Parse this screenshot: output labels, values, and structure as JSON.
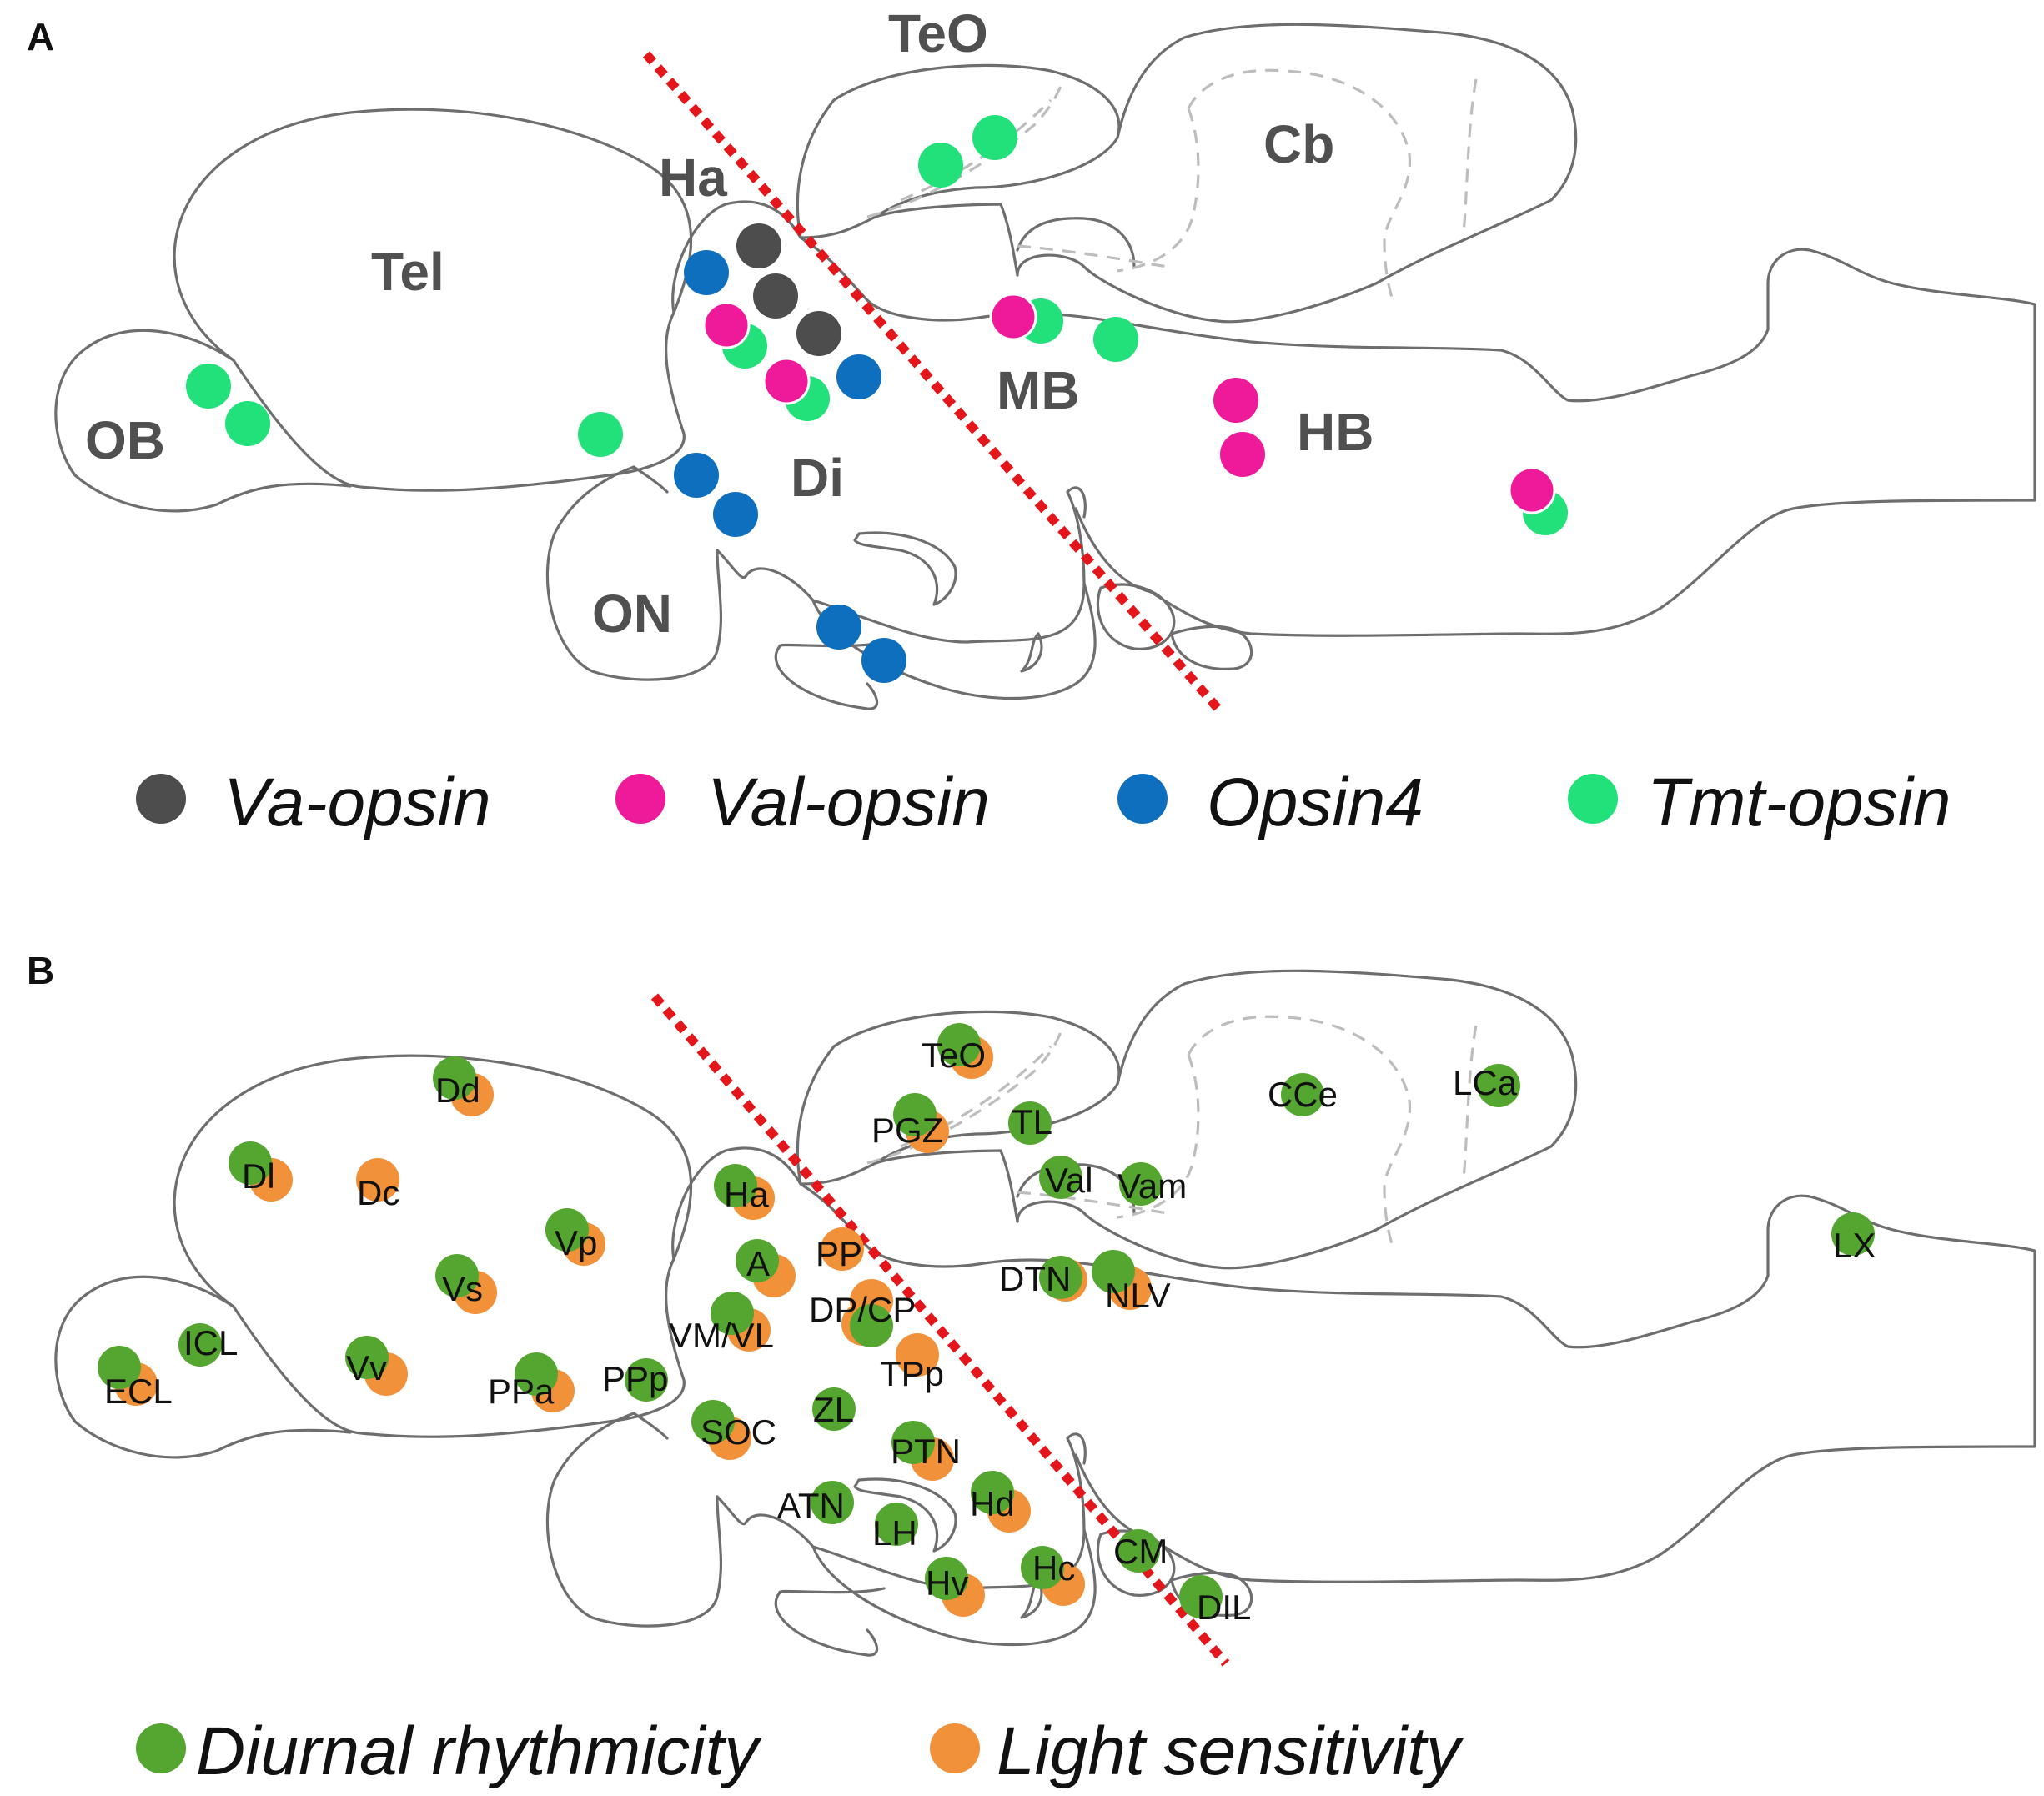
{
  "colors": {
    "va_opsin": "#4d4d4d",
    "val_opsin": "#ee1a9a",
    "opsin4": "#0d6fbd",
    "tmt_opsin": "#22e07a",
    "diurnal": "#55a631",
    "light": "#f1913a",
    "divider": "#e3171b",
    "outline": "#6e6e6e"
  },
  "panel_a": {
    "letter": "A",
    "regions": {
      "teo": "TeO",
      "cb": "Cb",
      "ha": "Ha",
      "tel": "Tel",
      "mb": "MB",
      "hb": "HB",
      "ob": "OB",
      "di": "Di",
      "on": "ON"
    },
    "legend": {
      "va": "Va-opsin",
      "val": "Val-opsin",
      "opsin4": "Opsin4",
      "tmt": "Tmt-opsin"
    }
  },
  "panel_b": {
    "letter": "B",
    "nuclei": {
      "teo": "TeO",
      "pgz": "PGZ",
      "tl": "TL",
      "cce": "CCe",
      "lca": "LCa",
      "val": "Val",
      "vam": "Vam",
      "dd": "Dd",
      "dl": "Dl",
      "dc": "Dc",
      "ha": "Ha",
      "vp": "Vp",
      "vs": "Vs",
      "a": "A",
      "pp": "PP",
      "dtn": "DTN",
      "nlv": "NLV",
      "lx": "LX",
      "dpcp": "DP/CP",
      "vmvl": "VM/VL",
      "icl": "ICL",
      "ecl": "ECL",
      "vv": "Vv",
      "ppa": "PPa",
      "ppp": "PPp",
      "tpp": "TPp",
      "soc": "SOC",
      "zl": "ZL",
      "ptn": "PTN",
      "atn": "ATN",
      "lh": "LH",
      "hd": "Hd",
      "hv": "Hv",
      "hc": "Hc",
      "cm": "CM",
      "dil": "DIL"
    },
    "legend": {
      "diurnal": "Diurnal rhythmicity",
      "light": "Light sensitivity"
    }
  }
}
